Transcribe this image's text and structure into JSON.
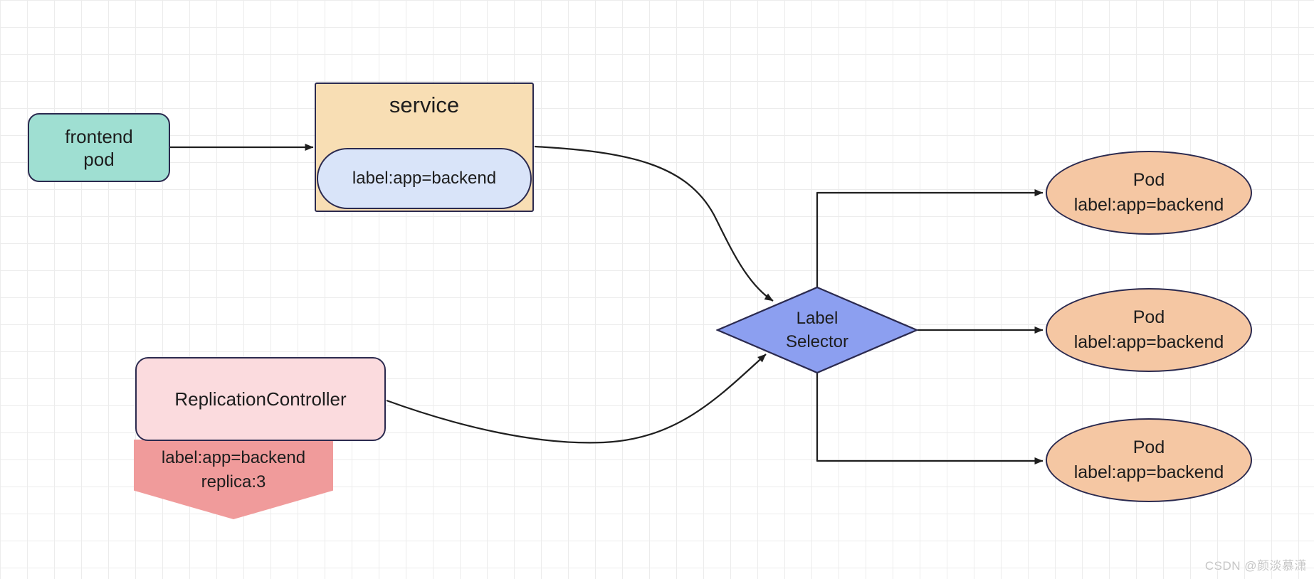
{
  "diagram": {
    "watermark": "CSDN @颜淡慕潇",
    "colors": {
      "canvas_bg": "#ffffff",
      "grid_line": "#ececec",
      "shape_border": "#2b2a4f",
      "connector_line": "#1f1f1f",
      "frontend_fill": "#9FDFD2",
      "service_fill": "#F8DEB4",
      "service_label_fill": "#D9E4F9",
      "replication_controller_fill": "#FBDBDE",
      "banner_fill": "#F09B9B",
      "label_selector_fill": "#8C9FF0",
      "pod_fill": "#F5C7A3",
      "watermark_color": "#c6c6c6"
    },
    "frontend_pod": {
      "line1": "frontend",
      "line2": "pod"
    },
    "service": {
      "title": "service",
      "selector_label": "label:app=backend"
    },
    "replication_controller": {
      "title": "ReplicationController"
    },
    "rc_banner": {
      "line1": "label:app=backend",
      "line2": "replica:3"
    },
    "label_selector": {
      "line1": "Label",
      "line2": "Selector"
    },
    "pods": [
      {
        "title": "Pod",
        "label": "label:app=backend"
      },
      {
        "title": "Pod",
        "label": "label:app=backend"
      },
      {
        "title": "Pod",
        "label": "label:app=backend"
      }
    ]
  }
}
